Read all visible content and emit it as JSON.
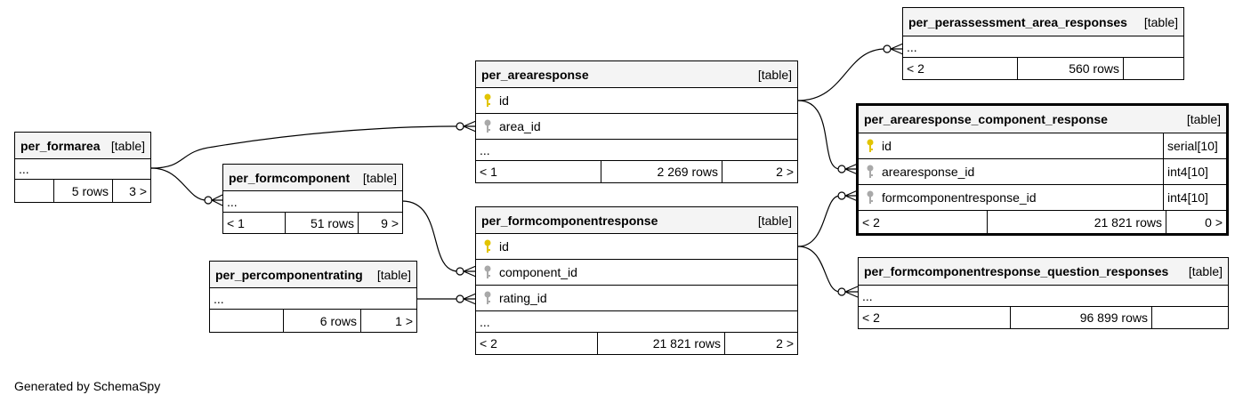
{
  "credit": "Generated by SchemaSpy",
  "tables": {
    "per_formarea": {
      "name": "per_formarea",
      "kind": "[table]",
      "ellipsis": "...",
      "parents": "",
      "rows": "5 rows",
      "children": "3 >"
    },
    "per_formcomponent": {
      "name": "per_formcomponent",
      "kind": "[table]",
      "ellipsis": "...",
      "parents": "< 1",
      "rows": "51 rows",
      "children": "9 >"
    },
    "per_percomponentrating": {
      "name": "per_percomponentrating",
      "kind": "[table]",
      "ellipsis": "...",
      "parents": "",
      "rows": "6 rows",
      "children": "1 >"
    },
    "per_arearesponse": {
      "name": "per_arearesponse",
      "kind": "[table]",
      "columns": [
        {
          "name": "id",
          "key": "primary"
        },
        {
          "name": "area_id",
          "key": "foreign"
        }
      ],
      "ellipsis": "...",
      "parents": "< 1",
      "rows": "2 269 rows",
      "children": "2 >"
    },
    "per_formcomponentresponse": {
      "name": "per_formcomponentresponse",
      "kind": "[table]",
      "columns": [
        {
          "name": "id",
          "key": "primary"
        },
        {
          "name": "component_id",
          "key": "foreign"
        },
        {
          "name": "rating_id",
          "key": "foreign"
        }
      ],
      "ellipsis": "...",
      "parents": "< 2",
      "rows": "21 821 rows",
      "children": "2 >"
    },
    "per_perassessment_area_responses": {
      "name": "per_perassessment_area_responses",
      "kind": "[table]",
      "ellipsis": "...",
      "parents": "< 2",
      "rows": "560 rows",
      "children": ""
    },
    "per_arearesponse_component_response": {
      "name": "per_arearesponse_component_response",
      "kind": "[table]",
      "columns": [
        {
          "name": "id",
          "type": "serial[10]",
          "key": "primary"
        },
        {
          "name": "arearesponse_id",
          "type": "int4[10]",
          "key": "foreign"
        },
        {
          "name": "formcomponentresponse_id",
          "type": "int4[10]",
          "key": "foreign"
        }
      ],
      "parents": "< 2",
      "rows": "21 821 rows",
      "children": "0 >"
    },
    "per_formcomponentresponse_question_responses": {
      "name": "per_formcomponentresponse_question_responses",
      "kind": "[table]",
      "ellipsis": "...",
      "parents": "< 2",
      "rows": "96 899 rows",
      "children": ""
    }
  },
  "colors": {
    "primary_key": "#e2c400",
    "foreign_key": "#a9a9a9",
    "header": "#f4f4f4"
  }
}
